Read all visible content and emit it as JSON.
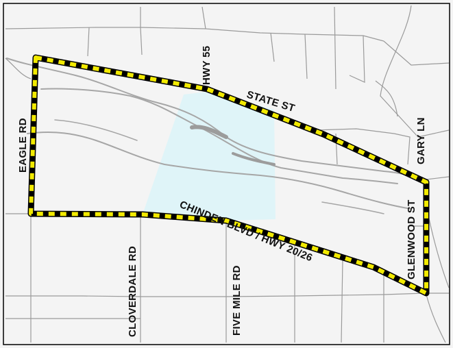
{
  "map": {
    "colors": {
      "background": "#f4f4f4",
      "frame": "#000000",
      "road_line": "#9a9a9a",
      "river": "#a6a6a6",
      "highlight_area": "#dff4f8",
      "boundary_yellow": "#f2ea00",
      "boundary_black": "#000000"
    },
    "boundary_style": "dashed-yellow-black",
    "labels": {
      "hwy_55": "HWY 55",
      "state_st": "STATE ST",
      "gary_ln": "GARY LN",
      "eagle_rd": "EAGLE RD",
      "glenwood_st": "GLENWOOD ST",
      "chinden_blvd": "CHINDEN BLVD / HWY 20/26",
      "cloverdale_rd": "CLOVERDALE RD",
      "five_mile_rd": "FIVE MILE RD"
    }
  }
}
